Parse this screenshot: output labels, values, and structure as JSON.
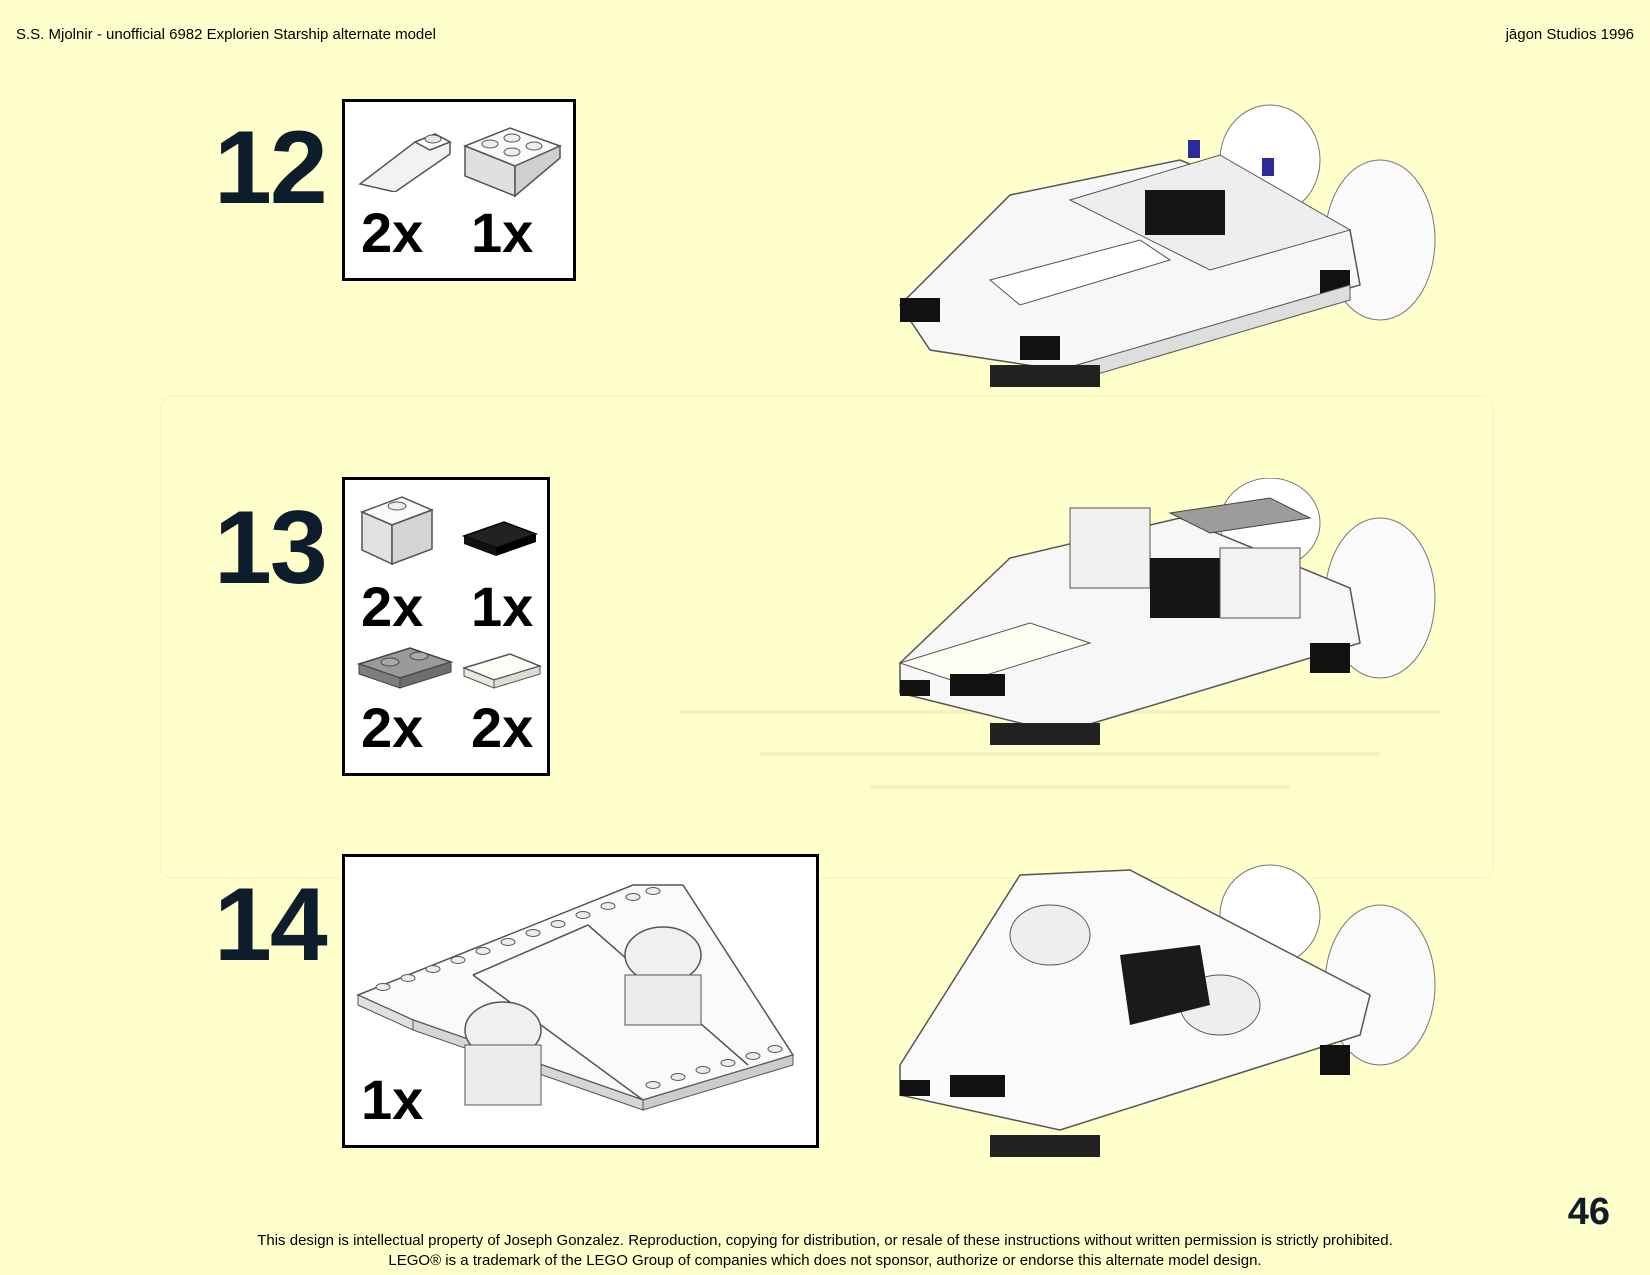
{
  "header": {
    "left": "S.S. Mjolnir - unofficial 6982 Explorien Starship alternate model",
    "right": "jāgon Studios 1996"
  },
  "steps": [
    {
      "number": "12",
      "parts": [
        {
          "icon": "white-slope-brick",
          "qty": "2x"
        },
        {
          "icon": "white-inverted-slope-brick",
          "qty": "1x"
        }
      ]
    },
    {
      "number": "13",
      "parts": [
        {
          "icon": "white-1x2-brick",
          "qty": "2x"
        },
        {
          "icon": "black-tile",
          "qty": "1x"
        },
        {
          "icon": "gray-1x2-plate",
          "qty": "2x"
        },
        {
          "icon": "white-tile",
          "qty": "2x"
        }
      ]
    },
    {
      "number": "14",
      "parts": [
        {
          "icon": "white-wedge-plate-with-engines",
          "qty": "1x"
        }
      ]
    }
  ],
  "footer": {
    "line1": "This design is intellectual property of Joseph Gonzalez.  Reproduction, copying for distribution, or resale of these instructions without written permission is strictly prohibited.",
    "line2": "LEGO® is a trademark of the LEGO Group of companies which does not sponsor, authorize or endorse this alternate model design."
  },
  "page_number": "46",
  "colors": {
    "background": "#ffffcc",
    "step_number": "#0d1d2b"
  }
}
